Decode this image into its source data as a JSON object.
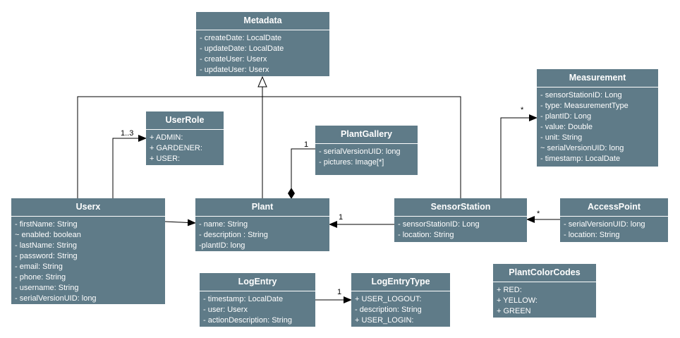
{
  "classes": {
    "metadata": {
      "name": "Metadata",
      "attributes": [
        "- createDate: LocalDate",
        "- updateDate: LocalDate",
        "- createUser: Userx",
        "- updateUser: Userx"
      ]
    },
    "measurement": {
      "name": "Measurement",
      "attributes": [
        "- sensorStationID: Long",
        "- type: MeasurementType",
        "- plantID: Long",
        "- value: Double",
        "- unit: String",
        "~ serialVersionUID: long",
        "- timestamp: LocalDate"
      ]
    },
    "userrole": {
      "name": "UserRole",
      "attributes": [
        "+ ADMIN:",
        "+ GARDENER:",
        "+ USER:"
      ]
    },
    "plantgallery": {
      "name": "PlantGallery",
      "attributes": [
        "- serialVersionUID: long",
        "- pictures: Image[*]"
      ]
    },
    "userx": {
      "name": "Userx",
      "attributes": [
        "- firstName: String",
        "~ enabled: boolean",
        "- lastName: String",
        "- password: String",
        "- email: String",
        "- phone: String",
        "- username: String",
        "- serialVersionUID: long"
      ]
    },
    "plant": {
      "name": "Plant",
      "attributes": [
        "- name: String",
        "- description : String",
        "-plantID: long"
      ]
    },
    "sensorstation": {
      "name": "SensorStation",
      "attributes": [
        "- sensorStationID: Long",
        "- location: String"
      ]
    },
    "accesspoint": {
      "name": "AccessPoint",
      "attributes": [
        "- serialVersionUID: long",
        "- location: String"
      ]
    },
    "logentry": {
      "name": "LogEntry",
      "attributes": [
        "- timestamp: LocalDate",
        "- user: Userx",
        "- actionDescription: String"
      ]
    },
    "logentrytype": {
      "name": "LogEntryType",
      "attributes": [
        "+ USER_LOGOUT:",
        "- description: String",
        "+ USER_LOGIN:"
      ]
    },
    "plantcolorcodes": {
      "name": "PlantColorCodes",
      "attributes": [
        "+ RED:",
        "+ YELLOW:",
        "+ GREEN"
      ]
    }
  },
  "multiplicities": {
    "userx_userrole": "1..3",
    "plantgallery_plant": "1",
    "sensorstation_plant": "1",
    "sensorstation_measurement": "*",
    "accesspoint_sensorstation": "*",
    "logentry_logentrytype": "1"
  },
  "colors": {
    "class_fill": "#5f7b88",
    "class_text": "#ffffff",
    "line": "#000000"
  }
}
